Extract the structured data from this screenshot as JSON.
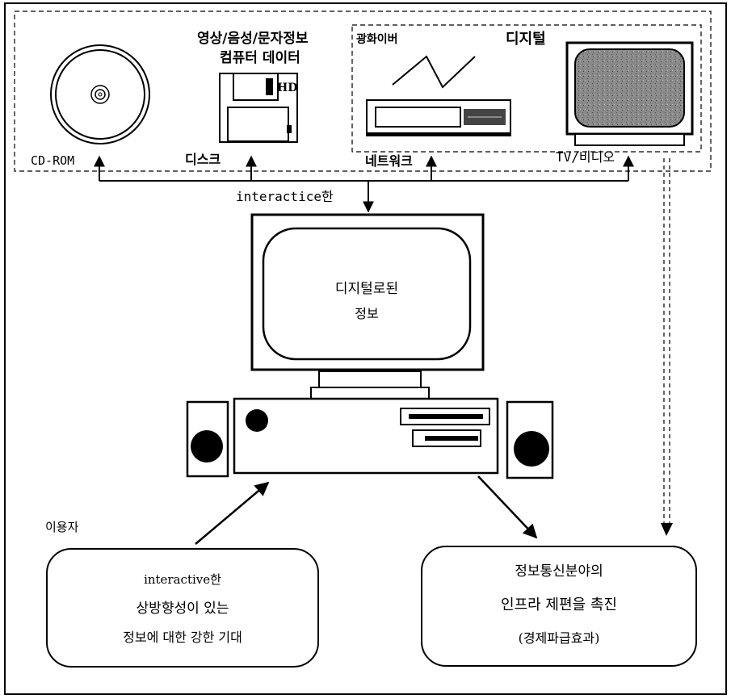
{
  "media": {
    "cdrom_label": "CD-ROM",
    "disk_caption_line1": "영상/음성/문자정보",
    "disk_caption_line2": "컴퓨터 데이터",
    "disk_label": "디스크",
    "floppy_mark": "HD",
    "fiber_label": "광화이버",
    "digital_label": "디지털",
    "network_label": "네트워크",
    "tv_label": "TV/비디오"
  },
  "flow": {
    "interactive_label": "interactice한"
  },
  "monitor": {
    "line1": "디지털로된",
    "line2": "정보"
  },
  "user": {
    "label": "이용자",
    "box_line1": "interactive한",
    "box_line2": "상방향성이 있는",
    "box_line3": "정보에 대한 강한 기대"
  },
  "outcome": {
    "box_line1": "정보통신분야의",
    "box_line2": "인프라 제편을 촉진",
    "box_line3": "(경제파급효과)"
  }
}
